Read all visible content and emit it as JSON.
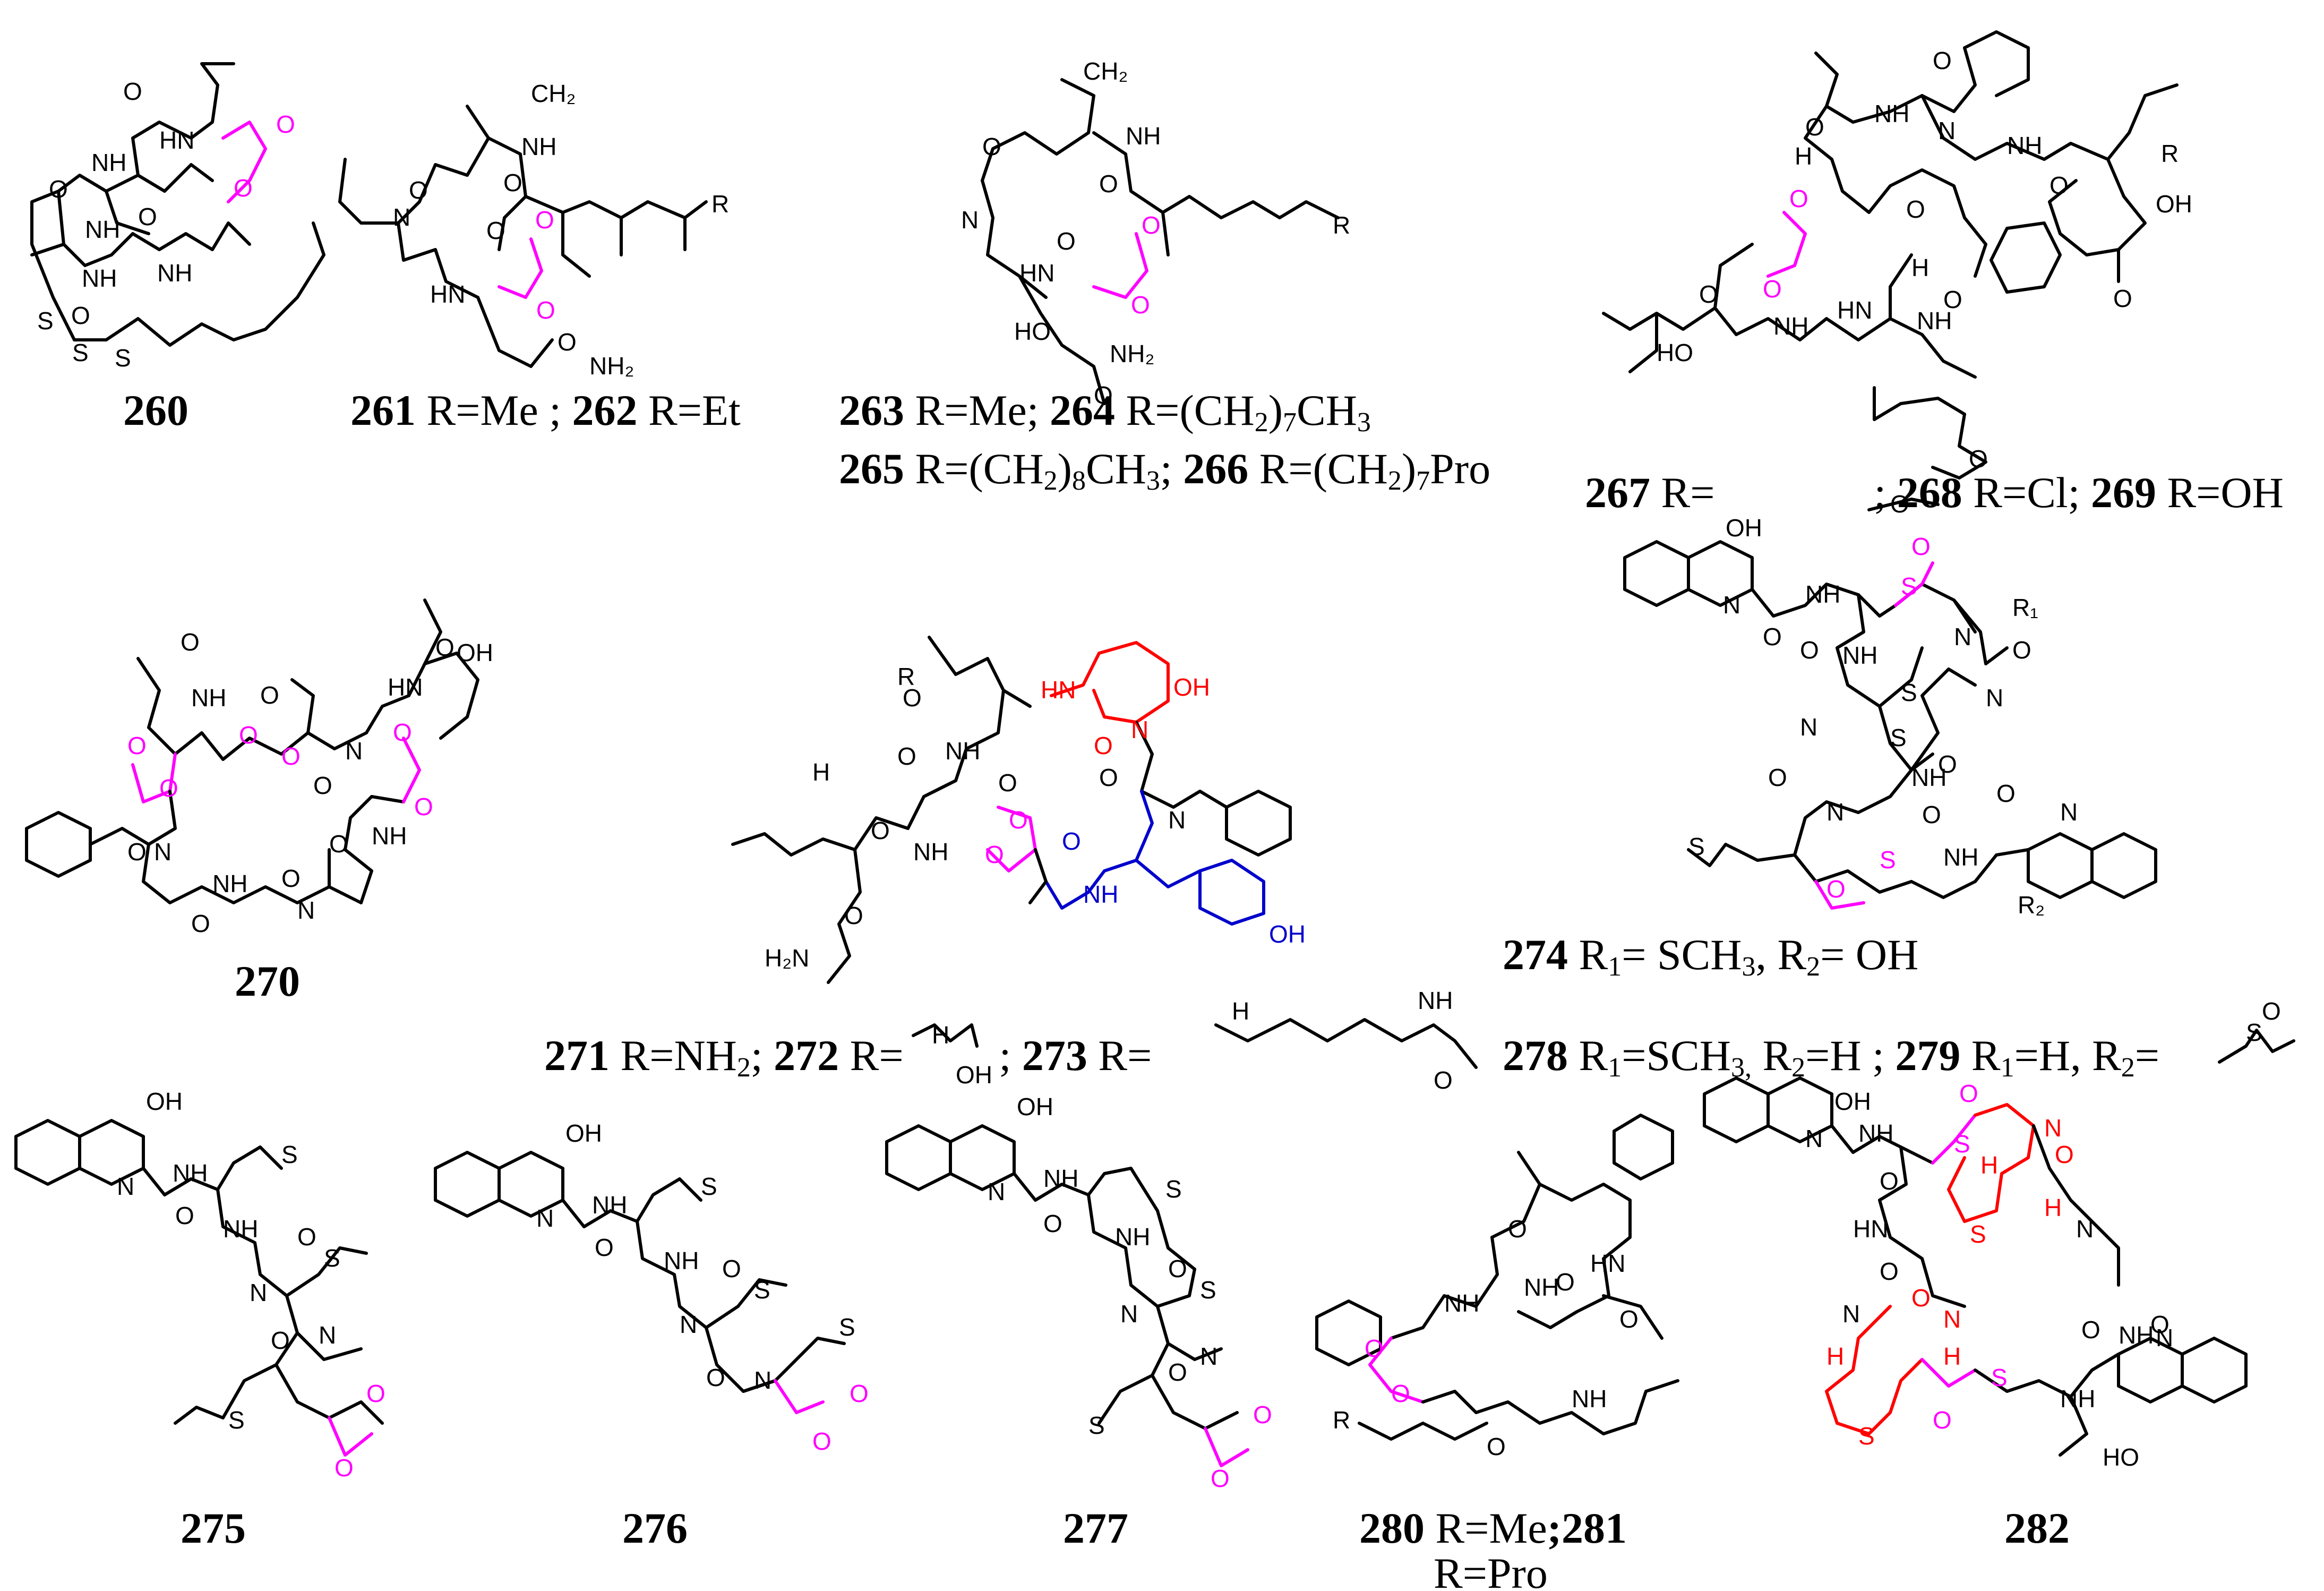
{
  "captions": {
    "c260": "260",
    "c261_262": [
      "261",
      " R=Me ; ",
      "262",
      " R=Et"
    ],
    "c263_264": [
      "263",
      " R=Me; ",
      "264",
      " R=(CH",
      "2",
      ")",
      "7",
      "CH",
      "3"
    ],
    "c265_266": [
      "265",
      " R=(CH",
      "2",
      ")",
      "8",
      "CH",
      "3",
      "; ",
      "266",
      " R=(CH",
      "2",
      ")",
      "7",
      "Pro"
    ],
    "c267_269": [
      "267",
      " R=",
      "; ",
      "268",
      " R=Cl; ",
      "269",
      " R=OH"
    ],
    "c270": "270",
    "c271_273": [
      "271",
      " R=NH",
      "2",
      "; ",
      "272",
      " R=",
      "; ",
      "273",
      " R="
    ],
    "c274": [
      "274",
      " R",
      "1",
      "= SCH",
      "3",
      ", R",
      "2",
      "= OH"
    ],
    "c278_279": [
      "278",
      " R",
      "1",
      "=SCH",
      "3",
      ",",
      " R",
      "2",
      "=H ; ",
      "279",
      " R",
      "1",
      "=H, R",
      "2",
      "="
    ],
    "c275": "275",
    "c276": "276",
    "c277": "277",
    "c280_281": [
      "280",
      " R=Me",
      ";281"
    ],
    "c280_pro": "R=Pro",
    "c282": "282"
  },
  "atoms": {
    "O": "O",
    "N": "N",
    "H": "H",
    "S": "S",
    "R": "R",
    "NH": "NH",
    "HN": "HN",
    "OH": "OH",
    "HO": "HO",
    "NH2": "NH₂",
    "H2N": "H₂N",
    "CH2": "CH₂",
    "R1": "R₁",
    "R2": "R₂"
  },
  "colors": {
    "ester": "#ff00ff",
    "ring_highlight": "#ff0000",
    "tyrosine": "#0000cc",
    "bonds": "#000000"
  }
}
